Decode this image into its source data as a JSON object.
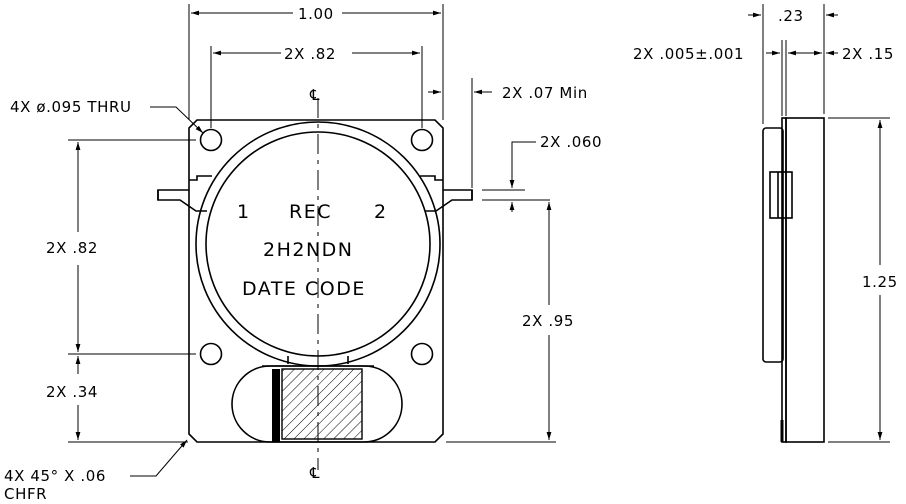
{
  "dimensions": {
    "width_top": "1.00",
    "hole_span_x": "2X  .82",
    "tab_width_min": "2X  .07  Min",
    "thru_holes": "4X  ø.095  THRU",
    "tab_thickness": "2X  .060",
    "hole_span_y": "2X  .82",
    "tab_height": "2X  .95",
    "bottom_hole": "2X  .34",
    "chamfer_line1": "4X  45°  X  .06",
    "chamfer_line2": "CHFR",
    "side_depth": ".23",
    "side_thickness_a": "2X  .005±.001",
    "side_thickness_b": "2X  .15",
    "side_height": "1.25"
  },
  "label": {
    "port1": "1",
    "type": "REC",
    "port2": "2",
    "part_number": "2H2NDN",
    "date_code": "DATE CODE"
  },
  "centerline_symbol": "℄"
}
